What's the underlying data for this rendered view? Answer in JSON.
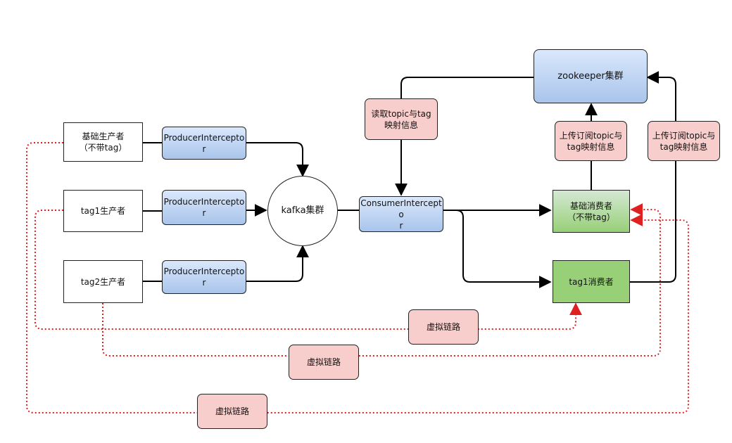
{
  "producers": {
    "base": "基础生产者\n（不带tag）",
    "tag1": "tag1生产者",
    "tag2": "tag2生产者"
  },
  "interceptors": {
    "producer_1": "ProducerInterceptor",
    "producer_2": "ProducerInterceptor",
    "producer_3": "ProducerInterceptor",
    "consumer": "ConsumerIntercepto\nr"
  },
  "kafka_cluster": "kafka集群",
  "zookeeper_cluster": "zookeeper集群",
  "notes": {
    "read_mapping": "读取topic与tag映射信息",
    "upload_mapping_1": "上传订阅topic与tag映射信息",
    "upload_mapping_2": "上传订阅topic与tag映射信息"
  },
  "consumers": {
    "base": "基础消费者\n（不带tag）",
    "tag1": "tag1消费者"
  },
  "virtual_links": {
    "link_1": "虚拟链路",
    "link_2": "虚拟链路",
    "link_3": "虚拟链路"
  },
  "colors": {
    "line": "#000000",
    "virtual_link": "#e02020",
    "interceptor": "#a9c4eb",
    "note": "#f8cecc",
    "consumer": "#97d077"
  }
}
